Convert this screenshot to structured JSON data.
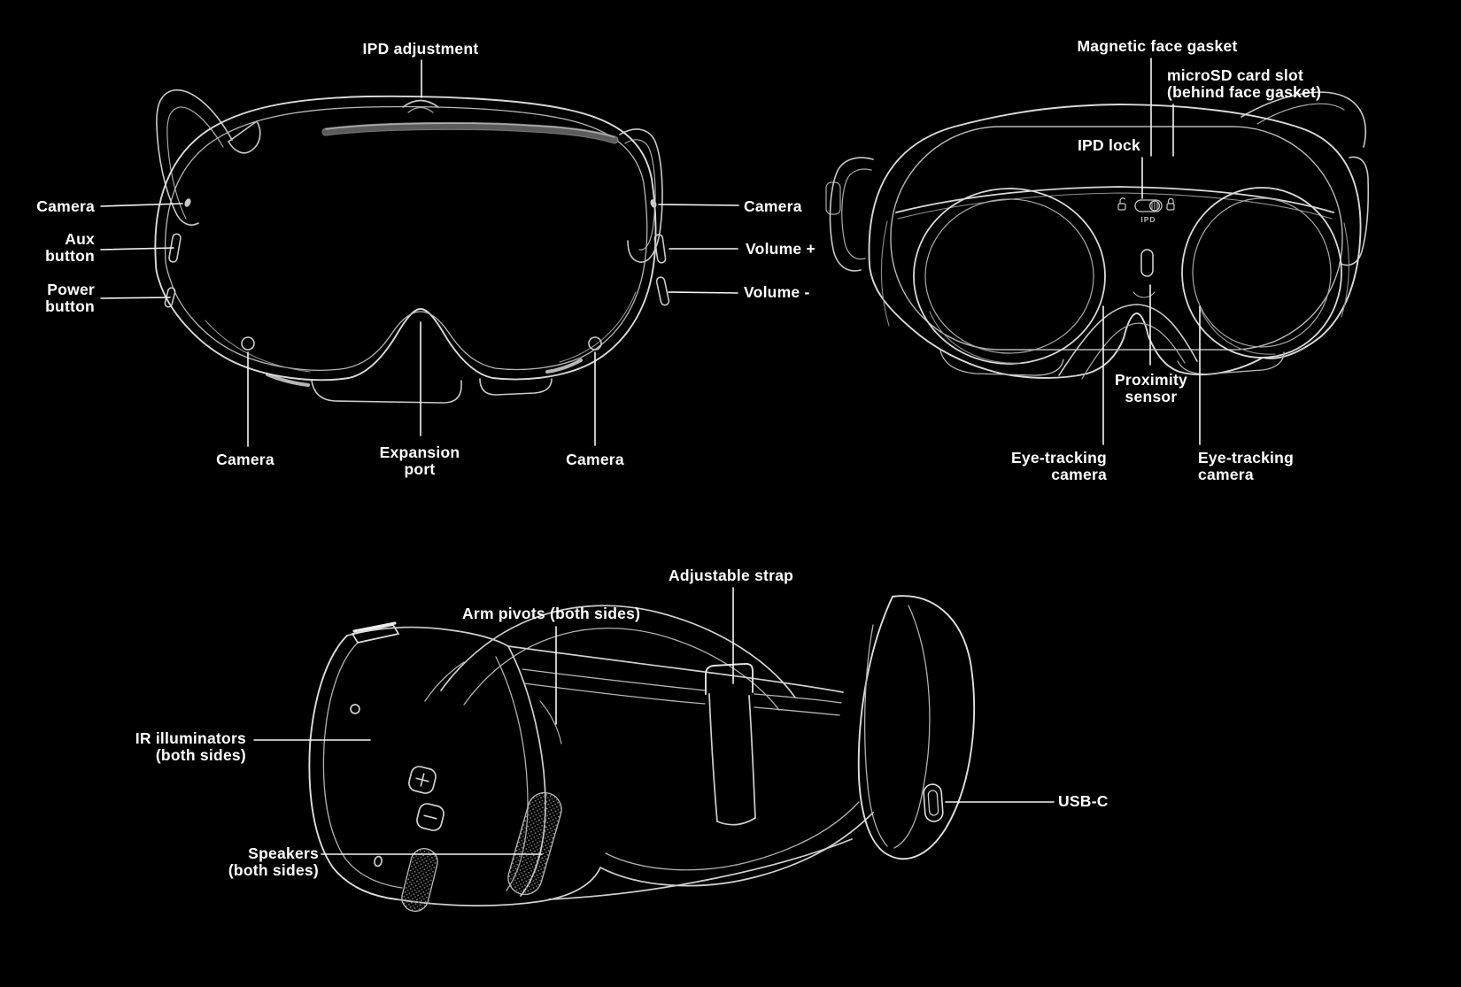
{
  "page": {
    "background": "#000000",
    "description": "VR headset hardware diagram, three labeled views"
  },
  "colors": {
    "line": "#c9c9c9",
    "line_bright": "#e8e8e8",
    "leader": "#f5f5f5",
    "label_text": "#ffffff",
    "visor_tint": "#8d8d8d"
  },
  "front_view": {
    "labels": {
      "ipd_adjustment": "IPD adjustment",
      "camera_left": "Camera",
      "aux_button": "Aux\nbutton",
      "power_button": "Power\nbutton",
      "camera_right": "Camera",
      "volume_up": "Volume +",
      "volume_down": "Volume -",
      "camera_bottom_left": "Camera",
      "expansion_port": "Expansion\nport",
      "camera_bottom_right": "Camera"
    }
  },
  "back_view": {
    "labels": {
      "magnetic_face_gasket": "Magnetic face gasket",
      "microsd_card_slot": "microSD card slot\n(behind face gasket)",
      "ipd_lock": "IPD lock",
      "proximity_sensor": "Proximity\nsensor",
      "eye_tracking_camera_left": "Eye-tracking\ncamera",
      "eye_tracking_camera_right": "Eye-tracking\ncamera"
    },
    "ipd_slider_caption": "IPD"
  },
  "side_view": {
    "labels": {
      "adjustable_strap": "Adjustable strap",
      "arm_pivots": "Arm pivots (both sides)",
      "ir_illuminators": "IR illuminators\n(both sides)",
      "speakers": "Speakers\n(both sides)",
      "usb_c": "USB-C"
    }
  }
}
